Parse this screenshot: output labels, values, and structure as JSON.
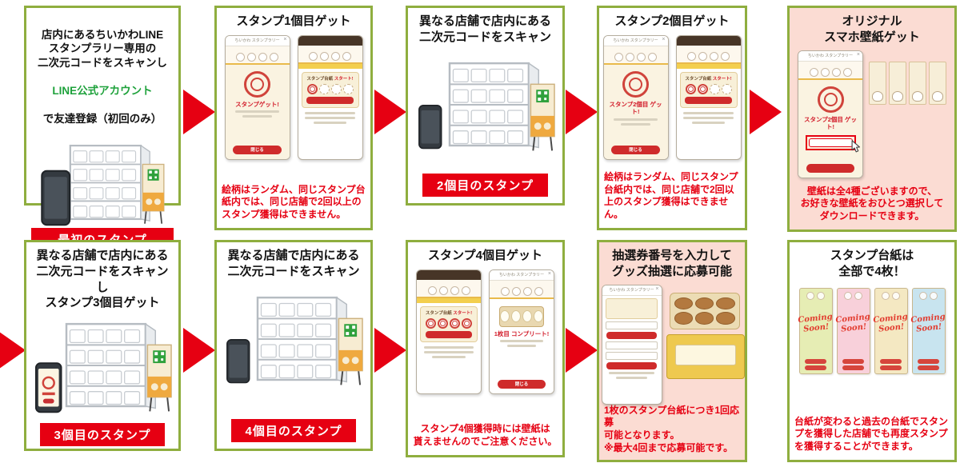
{
  "colors": {
    "panel_border": "#8fae3f",
    "accent_red": "#e60012",
    "pink_panel_bg": "#fbdcd3",
    "highlight_green": "#1fa23c"
  },
  "phone": {
    "header": "ちいかわ スタンプラリー"
  },
  "card": {
    "title": "スタンプ台紙",
    "start": "スタート!"
  },
  "p1": {
    "text_before": "店内にあるちいかわLINE\nスタンプラリー専用の\n二次元コードをスキャンし",
    "text_highlight": "LINE公式アカウント",
    "text_after": "で友達登録（初回のみ）",
    "badge": "最初のスタンプ"
  },
  "p2": {
    "title": "スタンプ1個目ゲット",
    "phone_popup": {
      "message": "スタンプゲット!",
      "button": "閉じる"
    },
    "stamps_earned": 1,
    "note": "絵柄はランダム、同じスタンプ台紙内では、同じ店舗で2回以上のスタンプ獲得はできません。"
  },
  "p3": {
    "title": "異なる店舗で店内にある\n二次元コードをスキャン",
    "badge": "2個目のスタンプ"
  },
  "p4": {
    "title": "スタンプ2個目ゲット",
    "phone_popup": {
      "message": "スタンプ2個目\nゲット!",
      "button": "閉じる"
    },
    "stamps_earned": 2,
    "note": "絵柄はランダム、同じスタンプ台紙内では、同じ店舗で2回以上のスタンプ獲得はできません。"
  },
  "p5": {
    "title": "オリジナル\nスマホ壁紙ゲット",
    "phone_popup": {
      "message": "スタンプ2個目\nゲット!"
    },
    "note": "壁紙は全4種ございますので、\nお好きな壁紙をおひとつ選択して\nダウンロードできます。"
  },
  "p6": {
    "title": "異なる店舗で店内にある\n二次元コードをスキャンし\nスタンプ3個目ゲット",
    "badge": "3個目のスタンプ"
  },
  "p7": {
    "title": "異なる店舗で店内にある\n二次元コードをスキャン",
    "badge": "4個目のスタンプ"
  },
  "p8": {
    "title": "スタンプ4個目ゲット",
    "stamps_earned": 4,
    "phone_complete": {
      "message": "1枚目\nコンプリート!",
      "button": "閉じる"
    },
    "note": "スタンプ4個獲得時には壁紙は\n貰えませんのでご注意ください。"
  },
  "p9": {
    "title": "抽選券番号を入力して\nグッズ抽選に応募可能",
    "note": "1枚のスタンプ台紙につき1回応募\n可能となります。\n※最大4回まで応募可能です。"
  },
  "p10": {
    "title": "スタンプ台紙は\n全部で4枚！",
    "cards": [
      {
        "label": "Coming\nSoon!",
        "color": "#e6edb4"
      },
      {
        "label": "Coming\nSoon!",
        "color": "#f8d0da"
      },
      {
        "label": "Coming\nSoon!",
        "color": "#f4e8c2"
      },
      {
        "label": "Coming\nSoon!",
        "color": "#c8e4ef"
      }
    ],
    "note": "台紙が変わると過去の台紙でスタンプを獲得した店舗でも再度スタンプを獲得することができます。"
  }
}
